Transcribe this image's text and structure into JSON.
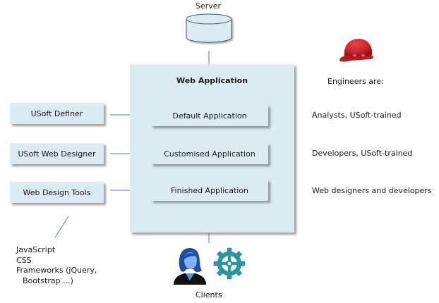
{
  "server": {
    "label": "Server",
    "icon": "database-cylinder-icon"
  },
  "web_application": {
    "title": "Web Application",
    "apps": [
      {
        "label": "Default Application"
      },
      {
        "label": "Customised Application"
      },
      {
        "label": "Finished Application"
      }
    ]
  },
  "tools": [
    {
      "label": "USoft Definer"
    },
    {
      "label": "USoft Web Designer"
    },
    {
      "label": "Web Design Tools"
    }
  ],
  "web_design_tools_details": [
    "JavaScript",
    "CSS",
    "Frameworks (jQuery,",
    "Bootstrap ...)"
  ],
  "engineers": {
    "icon": "hard-hat-icon",
    "heading": "Engineers are:",
    "roles": [
      {
        "label": "Analysts, USoft-trained"
      },
      {
        "label": "Developers, USoft-trained"
      },
      {
        "label": "Web designers and developers"
      }
    ]
  },
  "clients": {
    "label": "Clients",
    "icons": [
      "user-icon",
      "gear-icon"
    ]
  },
  "colors": {
    "box_fill": "#daebf1",
    "connector": "#4a7ebb",
    "hat": "#c8212a",
    "user": "#1f5fb5",
    "gear": "#2a9aa0"
  }
}
